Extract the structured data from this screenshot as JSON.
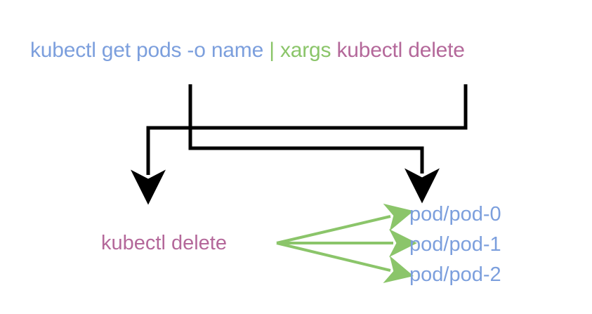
{
  "diagram": {
    "title_text": "kubectl get pods -o name | xargs kubectl delete",
    "background_color": "#ffffff",
    "colors": {
      "blue": "#7c9fdd",
      "green": "#8bc56a",
      "purple": "#b4689a",
      "connector_black": "#000000"
    },
    "command": {
      "segments": [
        {
          "text": "kubectl get pods -o name ",
          "color": "#7c9fdd",
          "role": "producer-command"
        },
        {
          "text": "| xargs ",
          "color": "#8bc56a",
          "role": "pipe-xargs"
        },
        {
          "text": "kubectl delete",
          "color": "#b4689a",
          "role": "consumer-command"
        }
      ]
    },
    "result": {
      "consumer_label": "kubectl delete",
      "arguments": [
        {
          "label": "pod/pod-0"
        },
        {
          "label": "pod/pod-1"
        },
        {
          "label": "pod/pod-2"
        }
      ]
    },
    "connectors": {
      "left_source_label": "producer-output-to-right-arrow",
      "right_source_label": "consumer-command-to-left-arrow",
      "arrow_count": 2,
      "fan_arrow_count": 3
    }
  }
}
